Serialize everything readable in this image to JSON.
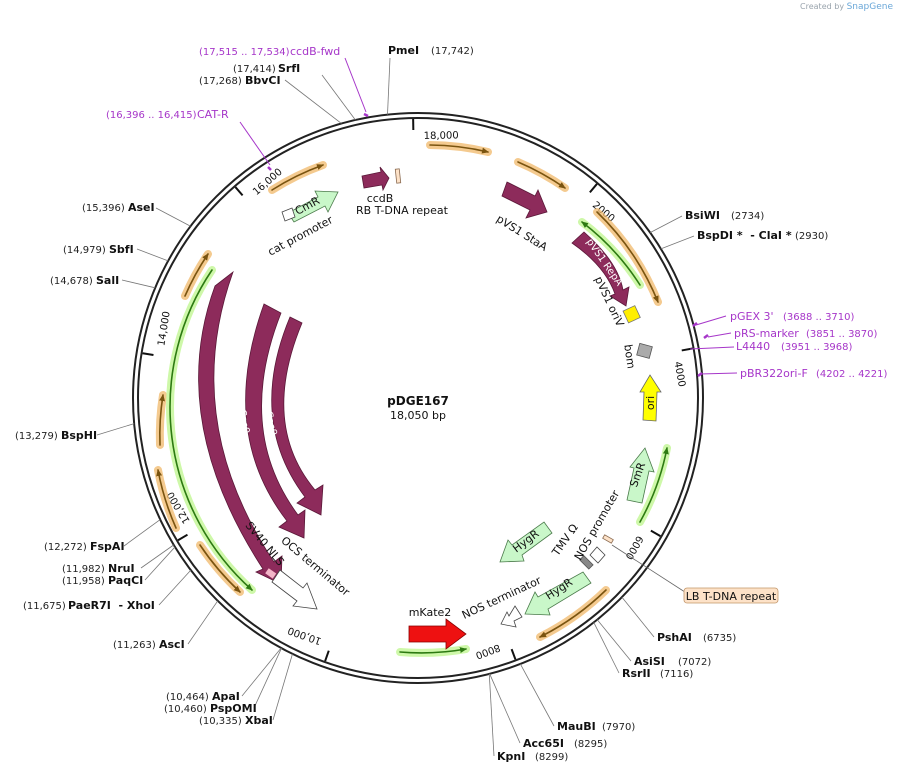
{
  "branding": {
    "prefix": "Created by",
    "name": "SnapGene"
  },
  "plasmid": {
    "name": "pDGE167",
    "size_label": "18,050 bp",
    "length": 18050
  },
  "ticks": [
    {
      "bp": 2000,
      "label": "2000"
    },
    {
      "bp": 4000,
      "label": "4000"
    },
    {
      "bp": 6000,
      "label": "6000"
    },
    {
      "bp": 8000,
      "label": "8000"
    },
    {
      "bp": 10000,
      "label": "10,000"
    },
    {
      "bp": 12000,
      "label": "12,000"
    },
    {
      "bp": 14000,
      "label": "14,000"
    },
    {
      "bp": 16000,
      "label": "16,000"
    },
    {
      "bp": 18000,
      "label": "18,000"
    }
  ],
  "enzymes": [
    {
      "name": "PmeI",
      "pos": "(17,742)",
      "bp": 17742
    },
    {
      "name": "SrfI",
      "pos": "(17,414)",
      "bp": 17414
    },
    {
      "name": "BbvCI",
      "pos": "(17,268)",
      "bp": 17268
    },
    {
      "name": "AseI",
      "pos": "(15,396)",
      "bp": 15396
    },
    {
      "name": "SbfI",
      "pos": "(14,979)",
      "bp": 14979
    },
    {
      "name": "SalI",
      "pos": "(14,678)",
      "bp": 14678
    },
    {
      "name": "BspHI",
      "pos": "(13,279)",
      "bp": 13279
    },
    {
      "name": "FspAI",
      "pos": "(12,272)",
      "bp": 12272
    },
    {
      "name": "NruI",
      "pos": "(11,982)",
      "bp": 11982
    },
    {
      "name": "PaqCI",
      "pos": "(11,958)",
      "bp": 11958
    },
    {
      "name": "PaeR7I  - XhoI",
      "pos": "(11,675)",
      "bp": 11675
    },
    {
      "name": "AscI",
      "pos": "(11,263)",
      "bp": 11263
    },
    {
      "name": "ApaI",
      "pos": "(10,464)",
      "bp": 10464
    },
    {
      "name": "PspOMI",
      "pos": "(10,460)",
      "bp": 10460
    },
    {
      "name": "XbaI",
      "pos": "(10,335)",
      "bp": 10335
    },
    {
      "name": "BsiWI",
      "pos": "(2734)",
      "bp": 2734
    },
    {
      "name": "BspDI *  - ClaI *",
      "pos": "(2930)",
      "bp": 2930
    },
    {
      "name": "PshAI",
      "pos": "(6735)",
      "bp": 6735
    },
    {
      "name": "AsiSI",
      "pos": "(7072)",
      "bp": 7072
    },
    {
      "name": "RsrII",
      "pos": "(7116)",
      "bp": 7116
    },
    {
      "name": "MauBI",
      "pos": "(7970)",
      "bp": 7970
    },
    {
      "name": "Acc65I",
      "pos": "(8295)",
      "bp": 8295
    },
    {
      "name": "KpnI",
      "pos": "(8299)",
      "bp": 8299
    }
  ],
  "primers": [
    {
      "name": "ccdB-fwd",
      "pos": "(17,515 .. 17,534)"
    },
    {
      "name": "CAT-R",
      "pos": "(16,396 .. 16,415)"
    },
    {
      "name": "pGEX 3'",
      "pos": "(3688 .. 3710)"
    },
    {
      "name": "pRS-marker",
      "pos": "(3851 .. 3870)"
    },
    {
      "name": "L4440",
      "pos": "(3951 .. 3968)"
    },
    {
      "name": "pBR322ori-F",
      "pos": "(4202 .. 4221)"
    }
  ],
  "features": {
    "cmr": "CmR",
    "cat_promoter": "cat promoter",
    "ccdb": "ccdB",
    "rb_repeat": "RB T-DNA repeat",
    "pvs1_staa": "pVS1 StaA",
    "pvs1_repa": "pVS1 RepA",
    "pvs1_oriv": "pVS1 oriV",
    "bom": "bom",
    "ori": "ori",
    "smr": "SmR",
    "nos_promoter": "NOS promoter",
    "tmv_omega": "TMV Ω",
    "hygr_1": "HygR",
    "hygr_2": "HygR",
    "nos_terminator": "NOS terminator",
    "mkate2": "mKate2",
    "ocs_terminator": "OCS terminator",
    "sv40_nls": "SV40 NLS",
    "cas9_outer": "Cas9",
    "cas9_mid": "Cas9",
    "cas9_inner": "Cas9",
    "lb_repeat": "LB T-DNA repeat"
  },
  "colors": {
    "cas9": "#8d2b5b",
    "marker": "#c9f7c9",
    "ori": "#ffff00",
    "oriv": "#ffee00",
    "mkate2": "#ee1111",
    "primer": "#a636c9",
    "orf": "#f0b86a",
    "lb_box": "#fde2c8"
  }
}
